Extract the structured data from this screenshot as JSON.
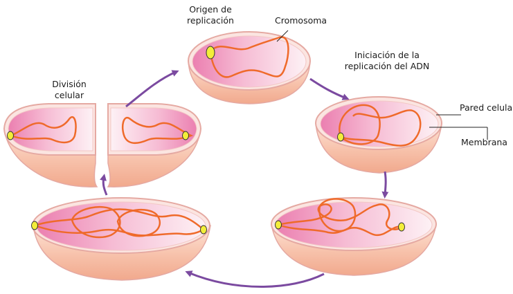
{
  "labels": {
    "origin_line1": "Origen de",
    "origin_line2": "replicación",
    "chromosome": "Cromosoma",
    "initiation_line1": "Iniciación de la",
    "initiation_line2": "replicación del ADN",
    "cell_wall": "Pared celular",
    "membrane": "Membrana",
    "division_line1": "División",
    "division_line2": "celular"
  },
  "colors": {
    "arrow": "#7b4aa0",
    "chromosome": "#ef6a2a",
    "origin": "#f3ee3a",
    "cell_wall": "#e5a9a2",
    "cell_body": "#f6c2ad",
    "cytoplasm_inner": "#ee8cb8"
  },
  "stages": [
    {
      "name": "stage-1-single-chromosome",
      "origins": 1
    },
    {
      "name": "stage-2-initiation",
      "origins": 1
    },
    {
      "name": "stage-3-replicating",
      "origins": 2
    },
    {
      "name": "stage-4-replicated",
      "origins": 2
    },
    {
      "name": "stage-5-division",
      "origins": 2
    }
  ]
}
